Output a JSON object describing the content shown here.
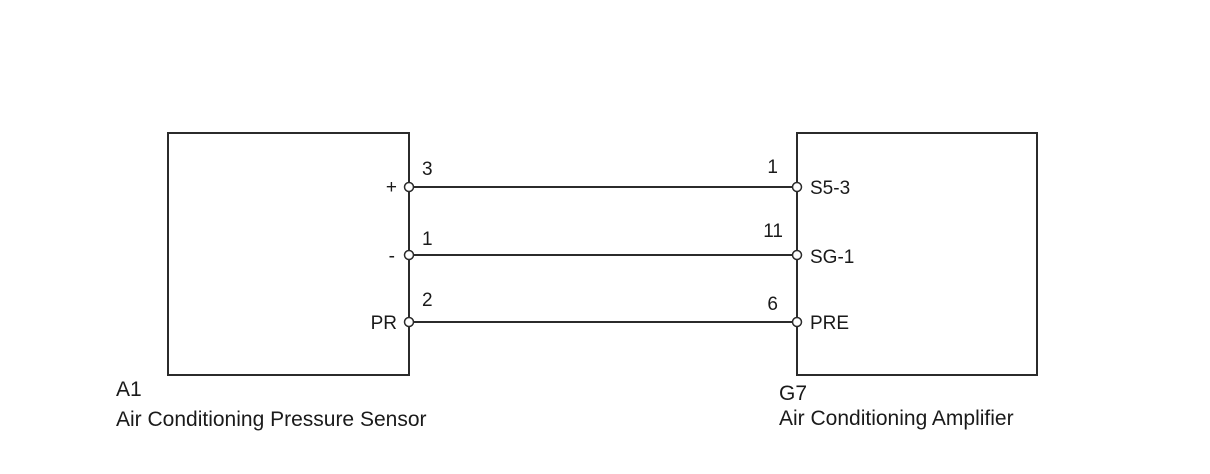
{
  "components": {
    "left": {
      "code": "A1",
      "name": "Air Conditioning Pressure Sensor",
      "terminals": [
        {
          "label": "+",
          "pin": "3"
        },
        {
          "label": "-",
          "pin": "1"
        },
        {
          "label": "PR",
          "pin": "2"
        }
      ]
    },
    "right": {
      "code": "G7",
      "name": "Air Conditioning Amplifier",
      "terminals": [
        {
          "label": "S5-3",
          "pin": "1"
        },
        {
          "label": "SG-1",
          "pin": "11"
        },
        {
          "label": "PRE",
          "pin": "6"
        }
      ]
    }
  },
  "connections": [
    {
      "from": "+",
      "to": "S5-3"
    },
    {
      "from": "-",
      "to": "SG-1"
    },
    {
      "from": "PR",
      "to": "PRE"
    }
  ]
}
